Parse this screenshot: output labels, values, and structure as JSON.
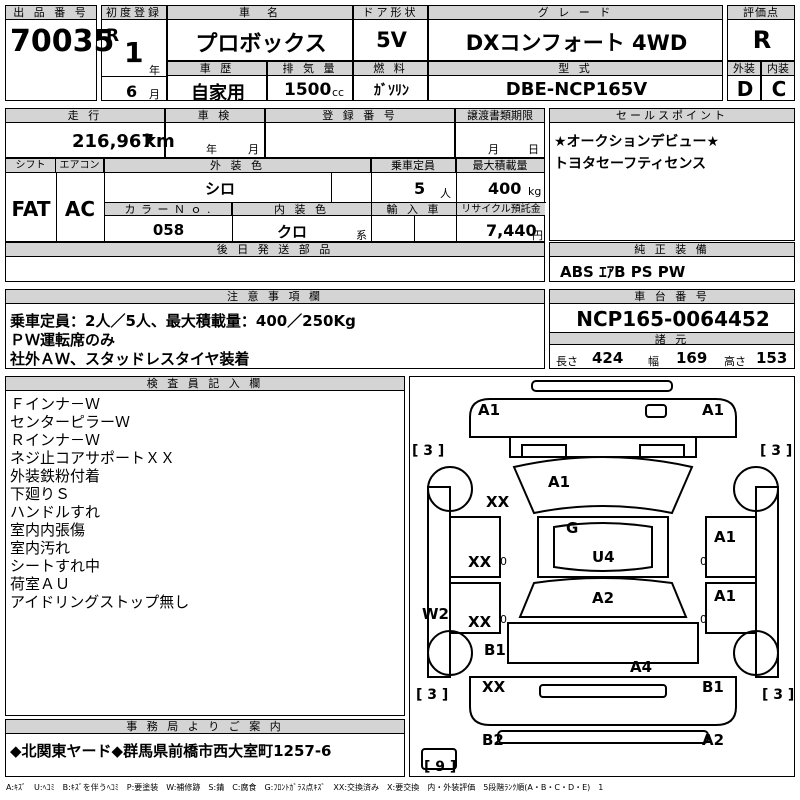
{
  "header": {
    "lot_label": "出 品 番 号",
    "lot_number": "70035",
    "first_reg_label": "初度登録",
    "era": "R",
    "first_reg_year": "1",
    "year_unit": "年",
    "first_reg_month": "6",
    "month_unit": "月",
    "car_name_label": "車　名",
    "car_name": "プロボックス",
    "door_label": "ドア形状",
    "door": "5V",
    "grade_label": "グ レ ー ド",
    "grade": "DXコンフォート 4WD",
    "score_label": "評価点",
    "score": "R",
    "history_label": "車 歴",
    "history": "自家用",
    "displacement_label": "排 気 量",
    "displacement": "1500",
    "cc": "cc",
    "fuel_label": "燃 料",
    "fuel": "ｶﾞｿﾘﾝ",
    "model_label": "型 式",
    "model": "DBE-NCP165V",
    "exterior_label": "外装",
    "exterior": "D",
    "interior_label": "内装",
    "interior": "C"
  },
  "row2": {
    "mileage_label": "走 行",
    "mileage": "216,967",
    "km": "km",
    "inspection_label": "車 検",
    "year_unit": "年",
    "month_unit": "月",
    "reg_label": "登 録 番 号",
    "doc_label": "譲渡書類期限",
    "month_unit2": "月",
    "day_unit": "日",
    "sales_label": "セールスポイント",
    "sales_points": [
      "★オークションデビュー★",
      "トヨタセーフティセンス"
    ]
  },
  "row3": {
    "shift_label": "シフト",
    "shift": "FAT",
    "ac_label": "エアコン",
    "ac": "AC",
    "color_label": "外 装 色",
    "color": "シロ",
    "capacity_label": "乗車定員",
    "capacity": "5",
    "capacity_unit": "人",
    "load_label": "最大積載量",
    "load": "400",
    "load_unit": "kg",
    "color_no_label": "カ ラ ー Ｎ ｏ .",
    "color_no": "058",
    "int_color_label": "内 装 色",
    "int_color": "クロ",
    "int_color_unit": "系",
    "import_label": "輸 入 車",
    "recycle_label": "リサイクル預託金",
    "recycle": "7,440",
    "recycle_unit": "円",
    "later_label": "後 日 発 送 部 品",
    "equipment_label": "純 正 装 備",
    "equipment": "ABS ｴｱB PS PW"
  },
  "notes": {
    "label": "注 意 事 項 欄",
    "lines": [
      "乗車定員：2人／5人、最大積載量：400／250Kg",
      "ＰＷ運転席のみ",
      "社外ＡＷ、スタッドレスタイヤ装着"
    ],
    "chassis_label": "車 台 番 号",
    "chassis": "NCP165-0064452",
    "spec_label": "諸 元",
    "length_label": "長さ",
    "length": "424",
    "width_label": "幅",
    "width": "169",
    "height_label": "高さ",
    "height": "153"
  },
  "inspector": {
    "label": "検 査 員 記 入 欄",
    "lines": [
      "Ｆインナ－Ｗ",
      "センターピラーＷ",
      "Ｒインナ－Ｗ",
      "ネジ止コアサポートＸＸ",
      "外装鉄粉付着",
      "下廻りＳ",
      "ハンドルすれ",
      "室内内張傷",
      "室内汚れ",
      "シートすれ中",
      "荷室ＡＵ",
      "アイドリングストップ無し"
    ]
  },
  "office": {
    "label": "事 務 局 よ り ご 案 内",
    "text": "◆北関東ヤード◆群馬県前橋市西大室町1257-6"
  },
  "diagram": {
    "marks": [
      "A1",
      "A1",
      "A1",
      "XX",
      "G",
      "U4",
      "XX",
      "XX",
      "A2",
      "A1",
      "A1",
      "W2",
      "B1",
      "A4",
      "XX",
      "B1",
      "B2",
      "A2"
    ],
    "tires": [
      "[ 3 ]",
      "[ 3 ]",
      "[ 3 ]",
      "[ 3 ]",
      "[ 9 ]"
    ],
    "tire_zeros": [
      "0",
      "0",
      "0",
      "0"
    ]
  },
  "legend": "A:ｷｽﾞ　U:ﾍｺﾐ　B:ｷｽﾞを伴うﾍｺﾐ　P:要塗装　W:補修跡　S:錆　C:腐食　G:ﾌﾛﾝﾄｶﾞﾗｽ点ｷｽﾞ　XX:交換済み　X:要交換　内・外装評価　5段階ﾗﾝｸ順(A・B・C・D・E)　1"
}
